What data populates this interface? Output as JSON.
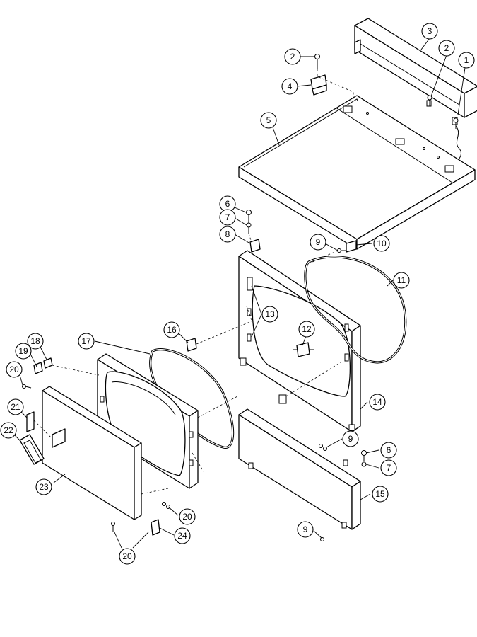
{
  "callouts": [
    {
      "label": "1"
    },
    {
      "label": "2"
    },
    {
      "label": "2"
    },
    {
      "label": "3"
    },
    {
      "label": "4"
    },
    {
      "label": "5"
    },
    {
      "label": "6"
    },
    {
      "label": "7"
    },
    {
      "label": "8"
    },
    {
      "label": "9"
    },
    {
      "label": "10"
    },
    {
      "label": "11"
    },
    {
      "label": "12"
    },
    {
      "label": "13"
    },
    {
      "label": "14"
    },
    {
      "label": "16"
    },
    {
      "label": "17"
    },
    {
      "label": "18"
    },
    {
      "label": "19"
    },
    {
      "label": "20"
    },
    {
      "label": "21"
    },
    {
      "label": "22"
    },
    {
      "label": "23"
    },
    {
      "label": "9"
    },
    {
      "label": "6"
    },
    {
      "label": "7"
    },
    {
      "label": "15"
    },
    {
      "label": "20"
    },
    {
      "label": "24"
    },
    {
      "label": "9"
    },
    {
      "label": "20"
    }
  ]
}
